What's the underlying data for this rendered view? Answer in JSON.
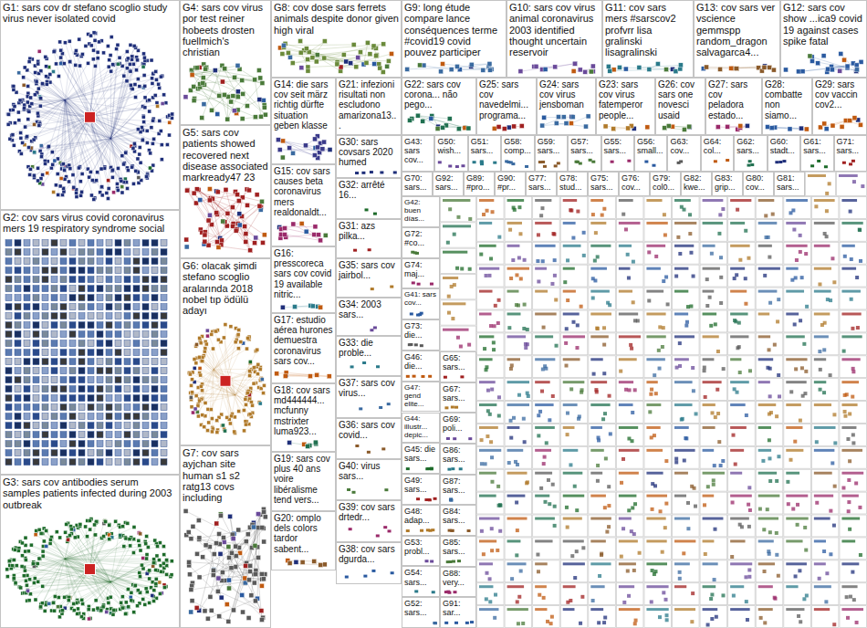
{
  "diagram": {
    "nodes": [
      {
        "text": [
          "G1: sars cov dr stefano scoglio study virus never isolated covid"
        ]
      },
      {
        "text": [
          "G2: cov sars virus covid coronavirus mers 19 respiratory syndrome social"
        ]
      },
      {
        "text": [
          "G3: sars cov antibodies serum samples patients infected during 2003 outbreak"
        ]
      },
      {
        "text": [
          "G4: sars cov virus por test reiner hobeets drosten fuellmich's christian"
        ]
      },
      {
        "text": [
          "G5: sars cov patients showed recovered next disease associated markready47 23"
        ]
      },
      {
        "text": [
          "G6: olacak şimdi stefano scoglio aralarında 2018 nobel tıp ödülü adayı"
        ]
      },
      {
        "text": [
          "G7: cov sars ayjchan site human s1 s2 ratg13 covs including"
        ]
      },
      {
        "text": [
          "G8: cov dose sars ferrets animals despite donor given high viral"
        ]
      },
      {
        "text": [
          "G9: long étude compare lance conséquences terme #covid19 covid pouvez participer"
        ]
      },
      {
        "text": [
          "G10: sars cov virus animal coronavirus 2003 identified thought uncertain reservoir"
        ]
      },
      {
        "text": [
          "G11: cov sars mers #sarscov2 profvrr lisa gralinski lisagralinski"
        ]
      },
      {
        "text": [
          "G13: cov sars ver vscience gemmspp random_dragon salvagarca4..."
        ]
      },
      {
        "text": [
          "G12: sars cov show ...ica9 covid 19 against cases spike fatal"
        ]
      },
      {
        "text": [
          "G14: die sars cov seit märz richtig dürfte situation geben klasse"
        ]
      },
      {
        "text": [
          "G15: cov sars causes beta coronavirus mers realdonaldt..."
        ]
      },
      {
        "text": [
          "G16: presscoreca sars cov covid 19 available nitric..."
        ]
      },
      {
        "text": [
          "G17: estudio aérea hurones demuestra coronavirus sars cov..."
        ]
      },
      {
        "text": [
          "G18: cov sars md444444... mcfunny mstrixter luma923..."
        ]
      },
      {
        "text": [
          "G19: sars cov plus 40 ans voire libéralisme tend vers..."
        ]
      },
      {
        "text": [
          "G20: omplo dels colors tardor sabent..."
        ]
      },
      {
        "text": [
          "G21: infezioni risultati non escludono amarizona13..."
        ]
      },
      {
        "text": [
          "G22: sars cov corona... não pego..."
        ]
      },
      {
        "text": [
          "G25: sars cov navedelmi... programa..."
        ]
      },
      {
        "text": [
          "G24: sars cov virus jensboman"
        ]
      },
      {
        "text": [
          "G23: sars cov virus fatemperor people..."
        ]
      },
      {
        "text": [
          "G26: cov sars one novesci usaid"
        ]
      },
      {
        "text": [
          "G27: sars cov peladora estado..."
        ]
      },
      {
        "text": [
          "G28: combatte non siamo..."
        ]
      },
      {
        "text": [
          "G29: sars cov vaccin cov2..."
        ]
      },
      {
        "text": [
          "G30: sars covsars 2020 humed"
        ]
      },
      {
        "text": [
          "G32: arrêté 16..."
        ]
      },
      {
        "text": [
          "G31: azs pilka..."
        ]
      },
      {
        "text": [
          "G35: sars cov jairbol..."
        ]
      },
      {
        "text": [
          "G34: 2003 sars..."
        ]
      },
      {
        "text": [
          "G33: die proble..."
        ]
      },
      {
        "text": [
          "G37: sars cov virus..."
        ]
      },
      {
        "text": [
          "G36: sars cov covid..."
        ]
      },
      {
        "text": [
          "G40: virus sars..."
        ]
      },
      {
        "text": [
          "G39: cov sars drtedr..."
        ]
      },
      {
        "text": [
          "G38: cov sars dgurda..."
        ]
      },
      {
        "text": [
          "G43: sars cov..."
        ]
      },
      {
        "text": [
          "G50: wish..."
        ]
      },
      {
        "text": [
          "G51: sars..."
        ]
      },
      {
        "text": [
          "G58: comp..."
        ]
      },
      {
        "text": [
          "G59: sars..."
        ]
      },
      {
        "text": [
          "G57: sars..."
        ]
      },
      {
        "text": [
          "G55: sars..."
        ]
      },
      {
        "text": [
          "G56: small..."
        ]
      },
      {
        "text": [
          "G63: cov..."
        ]
      },
      {
        "text": [
          "G64: col..."
        ]
      },
      {
        "text": [
          "G62: sars..."
        ]
      },
      {
        "text": [
          "G60: stadt..."
        ]
      },
      {
        "text": [
          "G61: sars..."
        ]
      },
      {
        "text": [
          "G71: sars..."
        ]
      },
      {
        "text": [
          "G70: sars..."
        ]
      },
      {
        "text": [
          "G92: sars..."
        ]
      },
      {
        "text": [
          "G89: #pro..."
        ]
      },
      {
        "text": [
          "G90: #pr..."
        ]
      },
      {
        "text": [
          "G77: sars..."
        ]
      },
      {
        "text": [
          "G78: stud..."
        ]
      },
      {
        "text": [
          "G75: sars..."
        ]
      },
      {
        "text": [
          "G76: cov..."
        ]
      },
      {
        "text": [
          "G79: col0..."
        ]
      },
      {
        "text": [
          "G82: kwe..."
        ]
      },
      {
        "text": [
          "G83: grip..."
        ]
      },
      {
        "text": [
          "G80: cov..."
        ]
      },
      {
        "text": [
          "G81: sars..."
        ]
      },
      {
        "text": [
          "G42: buen días..."
        ]
      },
      {
        "text": [
          "G72: #co..."
        ]
      },
      {
        "text": [
          "G74: maj..."
        ]
      },
      {
        "text": [
          "G41: sars cov..."
        ]
      },
      {
        "text": [
          "G73: die..."
        ]
      },
      {
        "text": [
          "G46: die..."
        ]
      },
      {
        "text": [
          "G47: gend elite..."
        ]
      },
      {
        "text": [
          "G44: illustr... depic..."
        ]
      },
      {
        "text": [
          "G45: die sars..."
        ]
      },
      {
        "text": [
          "G49: sars..."
        ]
      },
      {
        "text": [
          "G48: adap..."
        ]
      },
      {
        "text": [
          "G53: probl..."
        ]
      },
      {
        "text": [
          "G54: sars..."
        ]
      },
      {
        "text": [
          "G52: sars..."
        ]
      },
      {
        "text": [
          "G65: sars..."
        ]
      },
      {
        "text": [
          "G67: sars..."
        ]
      },
      {
        "text": [
          "G69: poli..."
        ]
      },
      {
        "text": [
          "G86: sars..."
        ]
      },
      {
        "text": [
          "G87: sars..."
        ]
      },
      {
        "text": [
          "G84: sars..."
        ]
      },
      {
        "text": [
          "G85: sars..."
        ]
      },
      {
        "text": [
          "G88: very..."
        ]
      },
      {
        "text": [
          "G91: sar..."
        ]
      }
    ]
  }
}
